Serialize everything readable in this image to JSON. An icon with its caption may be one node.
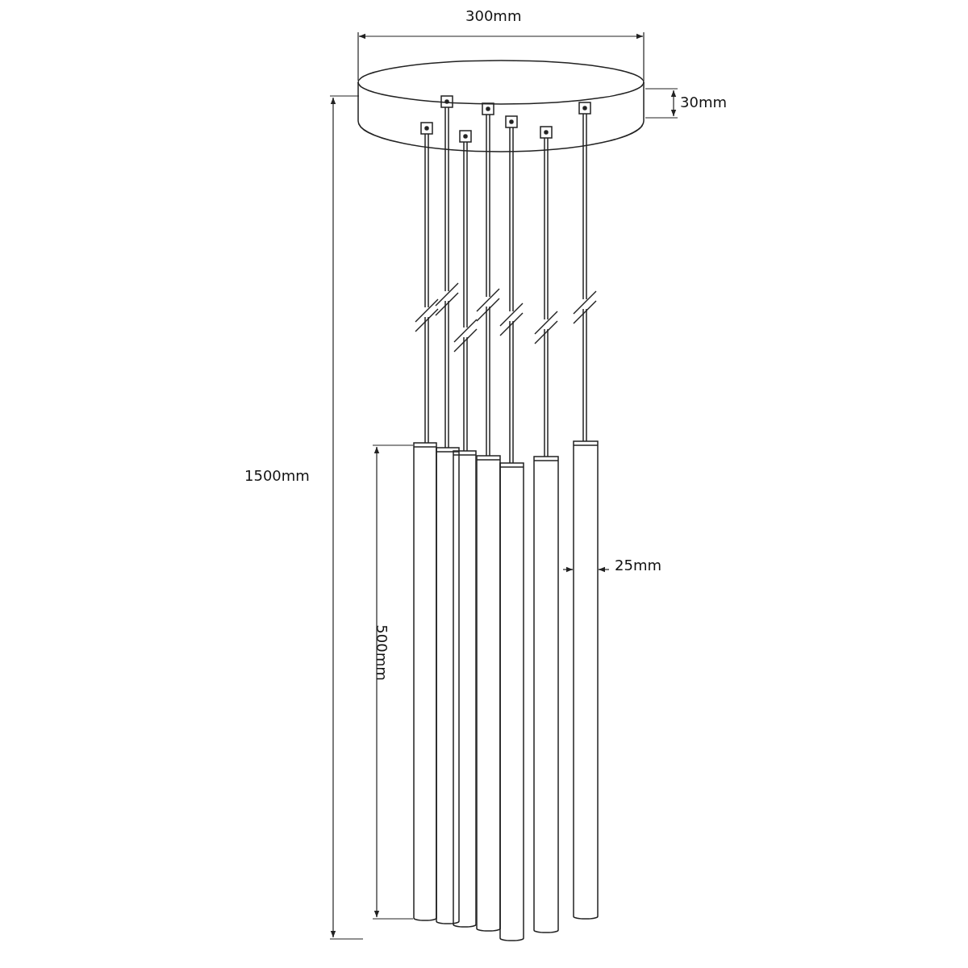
{
  "diagram": {
    "labels": [
      "300mm",
      "30mm",
      "1500mm",
      "25mm",
      "500mm"
    ]
  }
}
